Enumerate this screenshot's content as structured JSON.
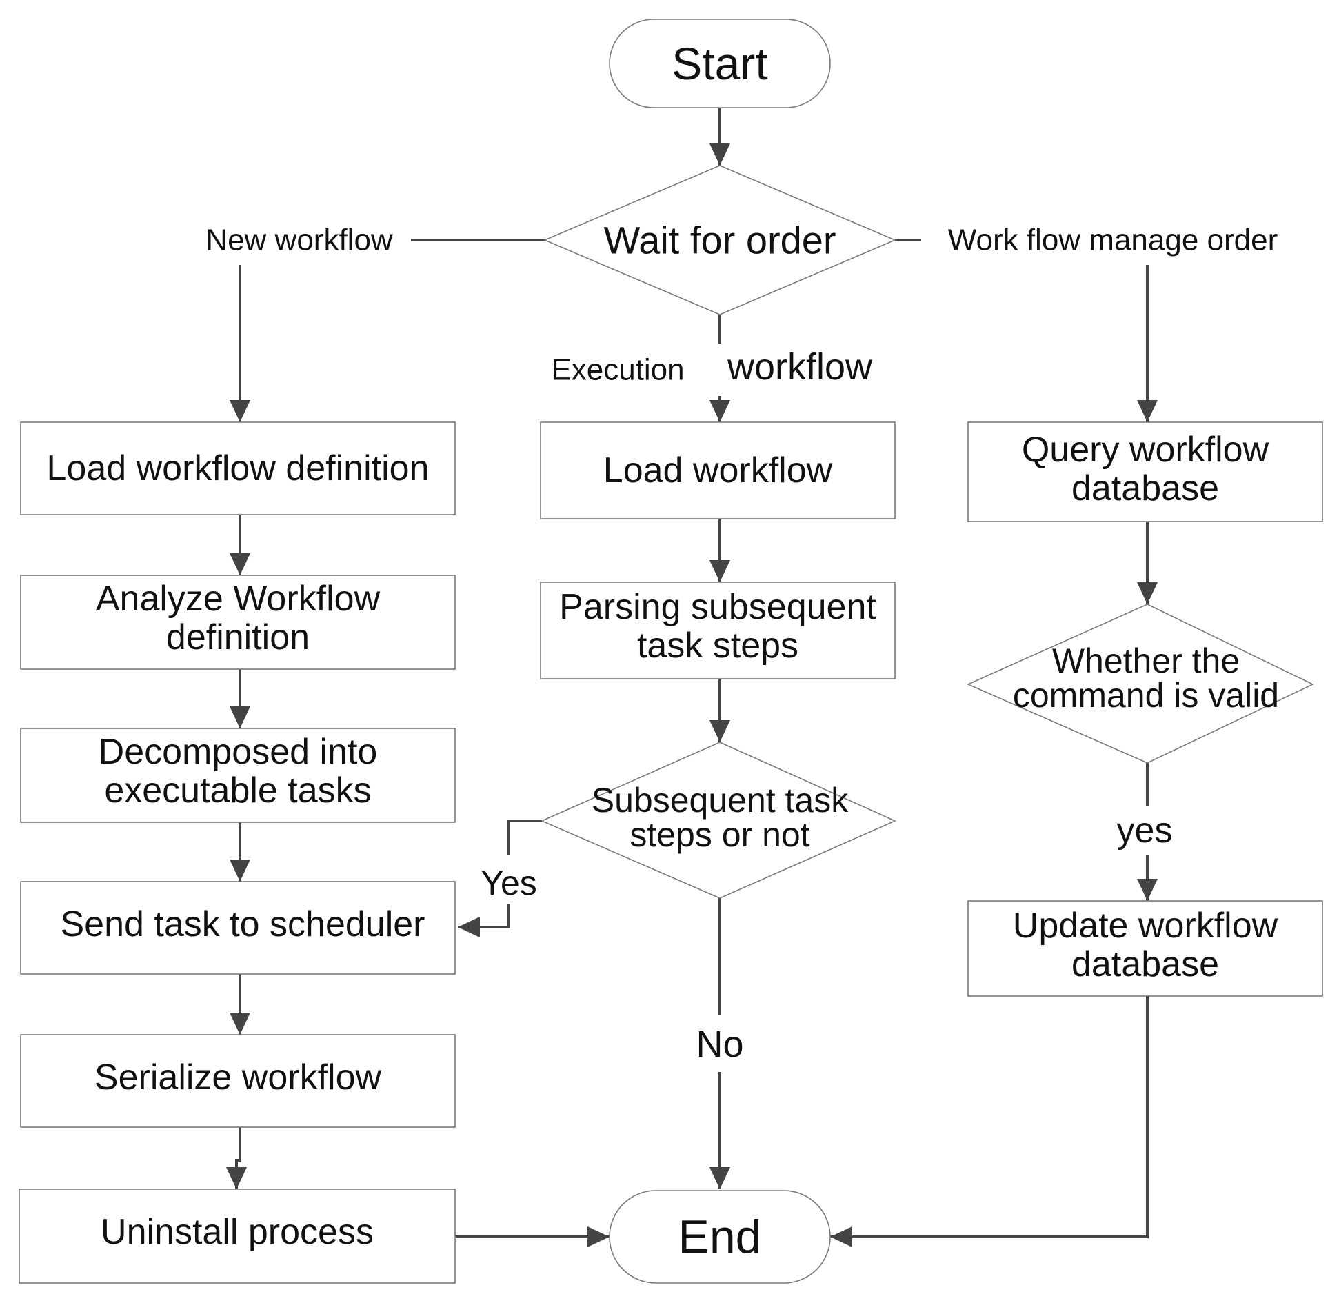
{
  "diagram": {
    "start": "Start",
    "decision_main": "Wait for order",
    "branch_new": "New workflow",
    "branch_exec_small": "Execution",
    "branch_exec_large": "workflow",
    "branch_manage": "Work flow manage order",
    "left": {
      "load_def": "Load workflow definition",
      "analyze_1": "Analyze Workflow",
      "analyze_2": "definition",
      "decompose_1": "Decomposed into",
      "decompose_2": "executable tasks",
      "send": "Send task to scheduler",
      "serialize": "Serialize workflow",
      "uninstall": "Uninstall process"
    },
    "middle": {
      "load": "Load workflow",
      "parse_1": "Parsing subsequent",
      "parse_2": "task steps",
      "decision_1": "Subsequent task",
      "decision_2": "steps or not",
      "yes": "Yes",
      "no": "No"
    },
    "right": {
      "query_1": "Query workflow",
      "query_2": "database",
      "valid_1": "Whether the",
      "valid_2": "command is valid",
      "yes": "yes",
      "update_1": "Update workflow",
      "update_2": "database"
    },
    "end": "End"
  }
}
